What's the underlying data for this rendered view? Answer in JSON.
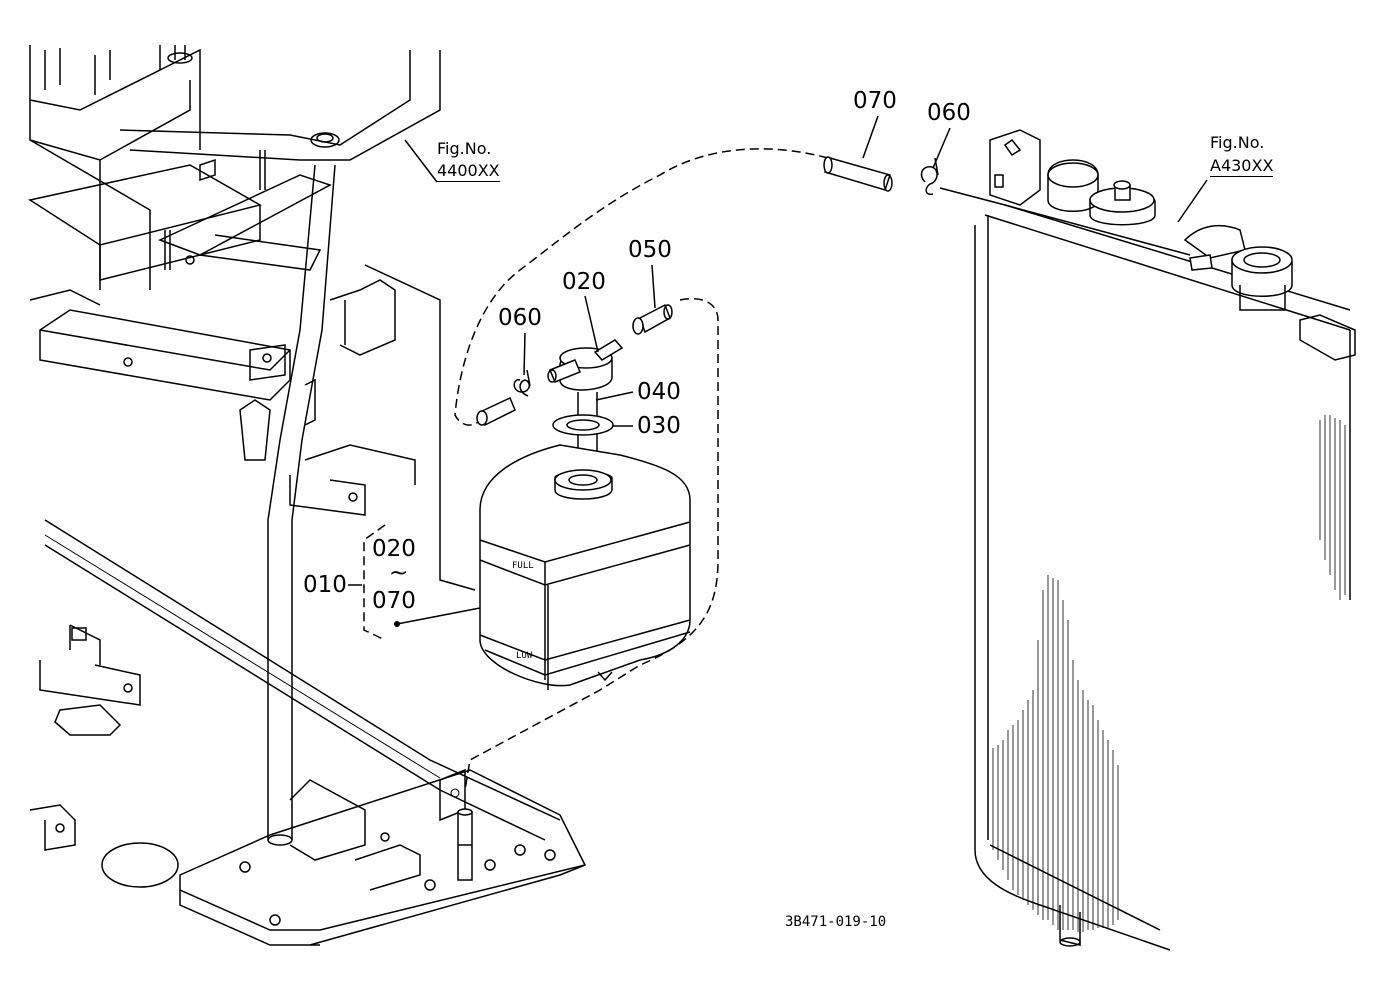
{
  "figure_refs": [
    {
      "line1": "Fig.No.",
      "line2": "4400XX"
    },
    {
      "line1": "Fig.No.",
      "line2": "A430XX"
    }
  ],
  "callouts": {
    "p070": "070",
    "p060_top": "060",
    "p050": "050",
    "p020": "020",
    "p060_mid": "060",
    "p040": "040",
    "p030": "030",
    "assy_from": "020",
    "assy_tilde": "~",
    "assy_to": "070",
    "p010": "010"
  },
  "tank_marks": {
    "full": "FULL",
    "low": "LOW"
  },
  "drawing_code": "3B471-019-10"
}
